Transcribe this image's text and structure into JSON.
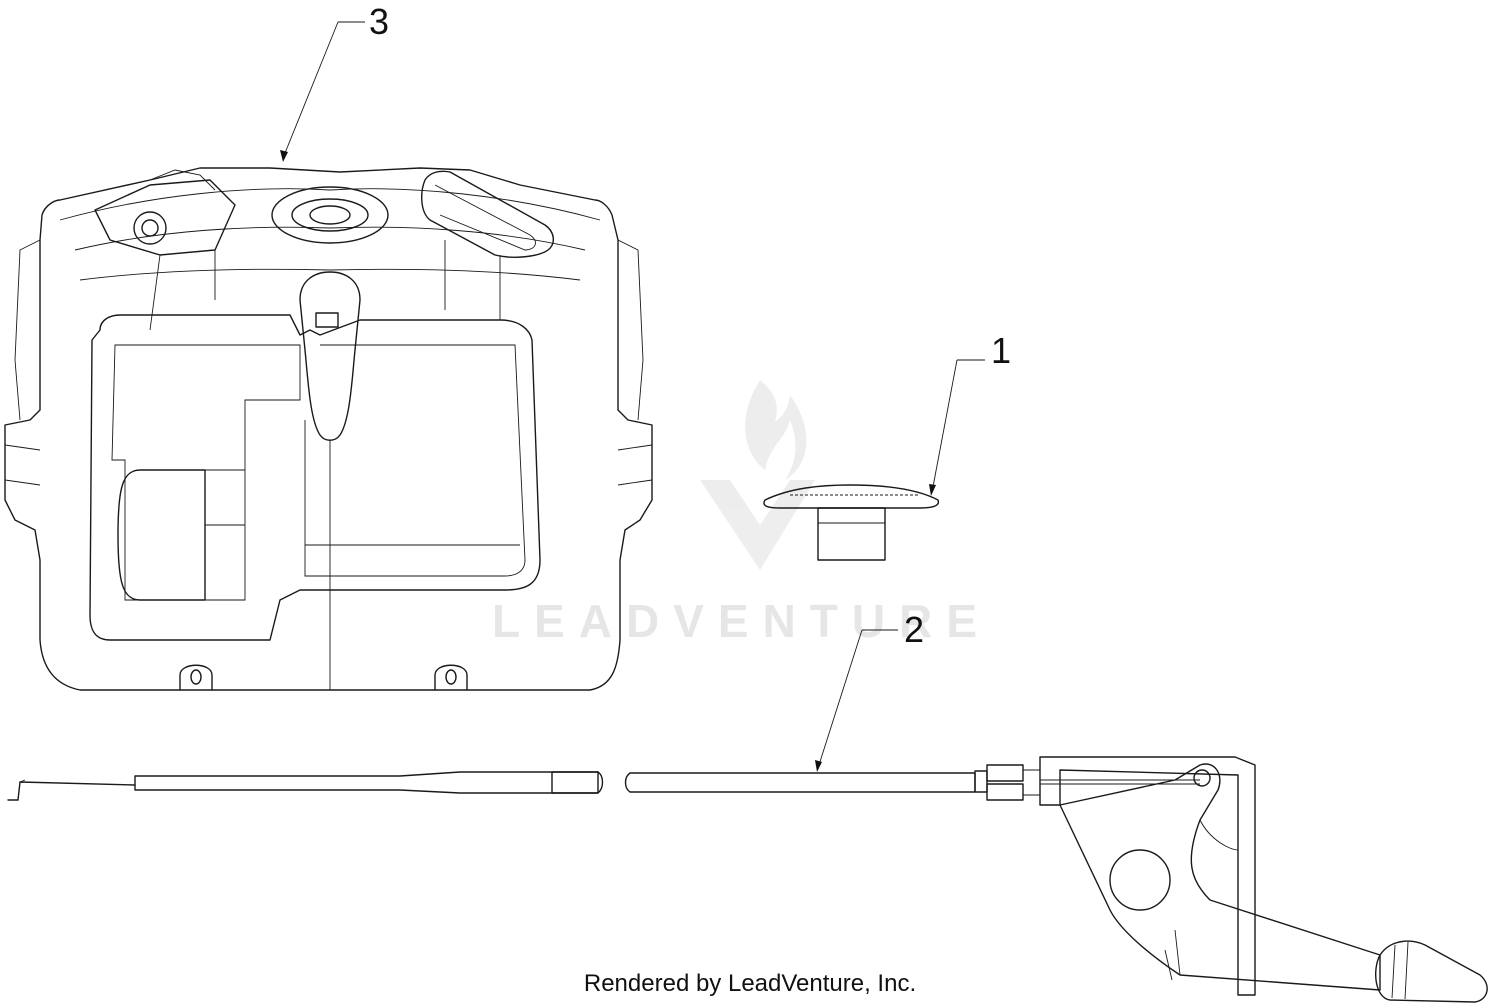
{
  "callouts": [
    {
      "number": "3",
      "part": "fuel tank"
    },
    {
      "number": "1",
      "part": "fuel cap"
    },
    {
      "number": "2",
      "part": "throttle control cable"
    }
  ],
  "watermark": "LEADVENTURE",
  "footer": "Rendered by LeadVenture, Inc."
}
